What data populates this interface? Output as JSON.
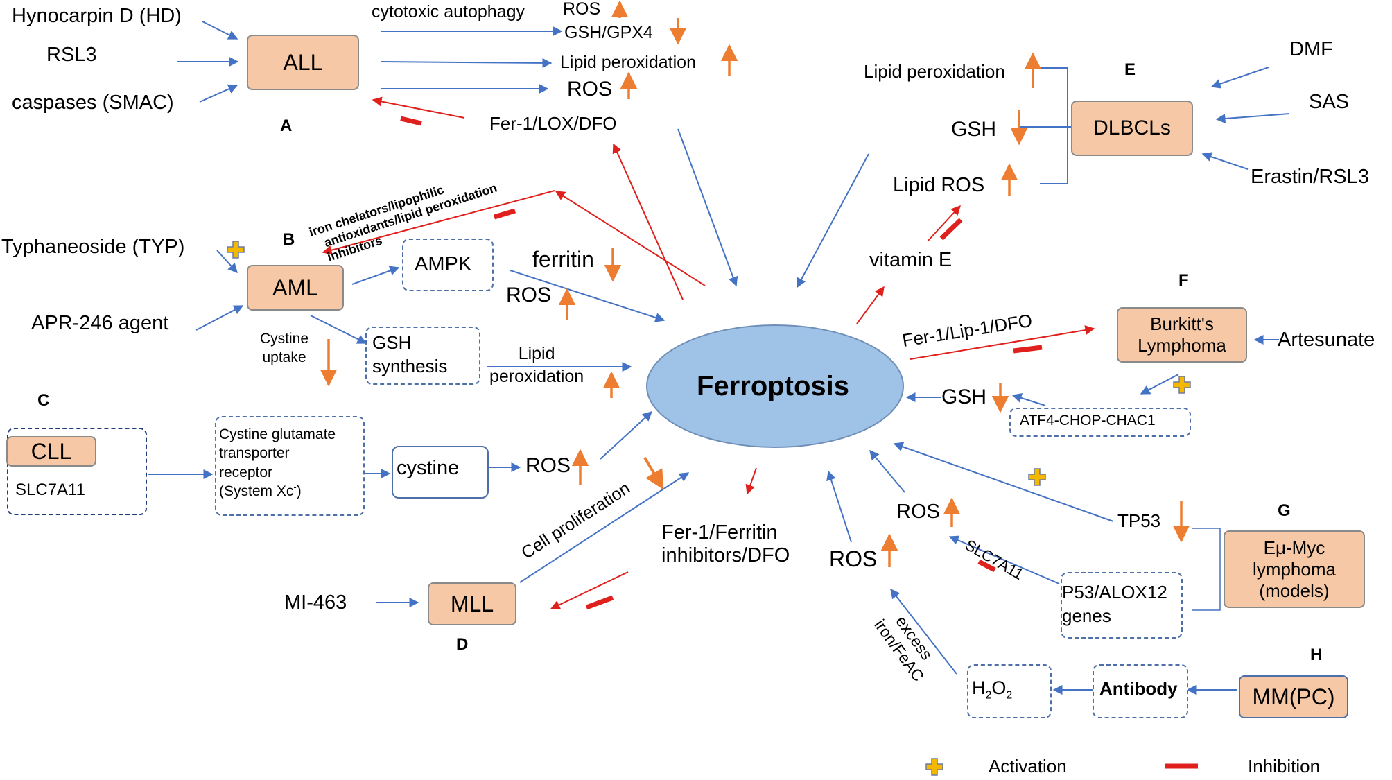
{
  "center": "Ferroptosis",
  "legend": {
    "activation": "Activation",
    "inhibition": "Inhibition"
  },
  "colors": {
    "node_fill": "#f6c8a5",
    "center_fill": "#9fc3e7",
    "activate_arrow": "#4472c4",
    "inhibit_arrow": "#e0201c",
    "inhibit_mark": "#e0201c",
    "up_down": "#ed7d31",
    "plus": "#f5b800"
  },
  "A": {
    "tag": "A",
    "node": "ALL",
    "inputs": [
      "Hynocarpin D (HD)",
      "RSL3",
      "caspases (SMAC)"
    ],
    "cytotoxic": "cytotoxic autophagy",
    "ros_top": "ROS",
    "gsh_gpx4": "GSH/GPX4",
    "lipid_perox": "Lipid peroxidation",
    "ros_mid": "ROS",
    "inhibitors": "Fer-1/LOX/DFO"
  },
  "B": {
    "tag": "B",
    "node": "AML",
    "inputs": [
      "Typhaneoside (TYP)",
      "APR-246 agent"
    ],
    "inhibitor_lines": [
      "iron chelators/lipophilic",
      "antioxidants/lipid peroxidation",
      "inhibitors"
    ],
    "ampk": "AMPK",
    "ferritin": "ferritin",
    "ros": "ROS",
    "cystine_uptake": [
      "Cystine",
      "uptake"
    ],
    "gsh_synthesis": [
      "GSH",
      "synthesis"
    ],
    "lipid_perox": [
      "Lipid",
      "peroxidation"
    ]
  },
  "C": {
    "tag": "C",
    "node": "CLL",
    "slc": "SLC7A11",
    "transporter": [
      "Cystine glutamate",
      "transporter",
      "receptor",
      "(System Xc",
      "-",
      ")"
    ],
    "cystine": "cystine",
    "ros": "ROS"
  },
  "D": {
    "tag": "D",
    "node": "MLL",
    "input": "MI-463",
    "cell_prolif": "Cell proliferation",
    "inhibitors": [
      "Fer-1/Ferritin",
      "inhibitors/DFO"
    ]
  },
  "E": {
    "tag": "E",
    "node": "DLBCLs",
    "inputs": [
      "DMF",
      "SAS",
      "Erastin/RSL3"
    ],
    "lipid_perox": "Lipid peroxidation",
    "gsh": "GSH",
    "lipid_ros": "Lipid ROS",
    "vitamin": "vitamin E"
  },
  "F": {
    "tag": "F",
    "node": [
      "Burkitt's",
      "Lymphoma"
    ],
    "input": "Artesunate",
    "inhibitors": "Fer-1/Lip-1/DFO",
    "gsh": "GSH",
    "pathway": "ATF4-CHOP-CHAC1"
  },
  "G": {
    "tag": "G",
    "node": [
      "Eμ-Myc",
      "lymphoma",
      "(models)"
    ],
    "tp53": "TP53",
    "genes": [
      "P53/ALOX12",
      "genes"
    ],
    "slc": "SLC7A11",
    "ros": "ROS"
  },
  "H": {
    "tag": "H",
    "node": "MM(PC)",
    "antibody": "Antibody",
    "h2o2": [
      "H",
      "2",
      "O",
      "2"
    ],
    "excess": [
      "excess",
      "iron/FeAC"
    ],
    "ros": "ROS"
  }
}
